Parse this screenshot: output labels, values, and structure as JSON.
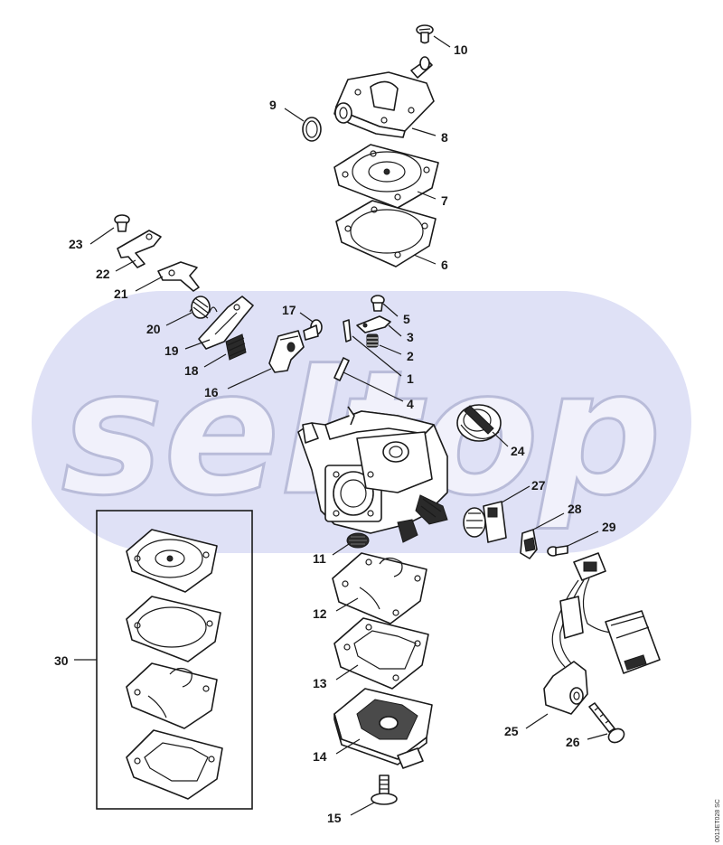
{
  "watermark": "seltop",
  "drawing_code": "0013ET028 SC",
  "colors": {
    "band": "#dfe1f6",
    "line": "#1a1a1a",
    "paper": "#ffffff"
  },
  "callouts": [
    {
      "id": "1",
      "text": "1"
    },
    {
      "id": "2",
      "text": "2"
    },
    {
      "id": "3",
      "text": "3"
    },
    {
      "id": "4",
      "text": "4"
    },
    {
      "id": "5",
      "text": "5"
    },
    {
      "id": "6",
      "text": "6"
    },
    {
      "id": "7",
      "text": "7"
    },
    {
      "id": "8",
      "text": "8"
    },
    {
      "id": "9",
      "text": "9"
    },
    {
      "id": "10",
      "text": "10"
    },
    {
      "id": "11",
      "text": "11"
    },
    {
      "id": "12",
      "text": "12"
    },
    {
      "id": "13",
      "text": "13"
    },
    {
      "id": "14",
      "text": "14"
    },
    {
      "id": "15",
      "text": "15"
    },
    {
      "id": "16",
      "text": "16"
    },
    {
      "id": "17",
      "text": "17"
    },
    {
      "id": "18",
      "text": "18"
    },
    {
      "id": "19",
      "text": "19"
    },
    {
      "id": "20",
      "text": "20"
    },
    {
      "id": "21",
      "text": "21"
    },
    {
      "id": "22",
      "text": "22"
    },
    {
      "id": "23",
      "text": "23"
    },
    {
      "id": "24",
      "text": "24"
    },
    {
      "id": "25",
      "text": "25"
    },
    {
      "id": "26",
      "text": "26"
    },
    {
      "id": "27",
      "text": "27"
    },
    {
      "id": "28",
      "text": "28"
    },
    {
      "id": "29",
      "text": "29"
    },
    {
      "id": "30",
      "text": "30"
    }
  ]
}
